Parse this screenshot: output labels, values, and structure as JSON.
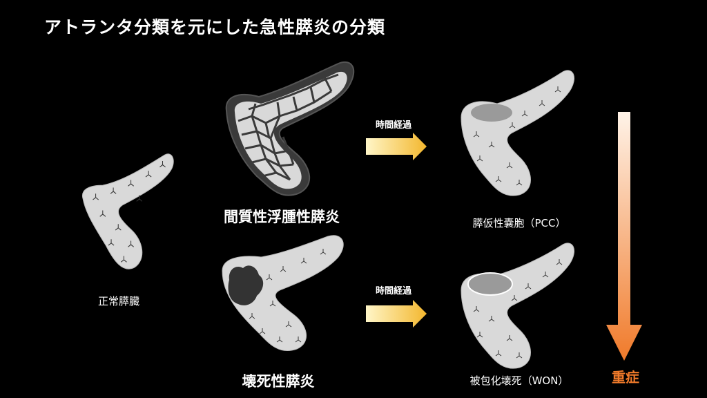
{
  "title": "アトランタ分類を元にした急性膵炎の分類",
  "labels": {
    "normal": "正常膵臓",
    "interstitial": "間質性浮腫性膵炎",
    "necrotizing": "壊死性膵炎",
    "pcc": "膵仮性嚢胞（PCC）",
    "won": "被包化壊死（WON）",
    "time_top": "時間経過",
    "time_bottom": "時間経過",
    "severity": "重症"
  },
  "colors": {
    "background": "#000000",
    "pancreas": "#d9d9d9",
    "edema_dark": "#3a3a3a",
    "necrosis": "#333333",
    "cyst": "#9a9a9a",
    "arrow_yellow": "#f6c343",
    "arrow_orange": "#f07a2a",
    "severity_text": "#f07a2a"
  }
}
